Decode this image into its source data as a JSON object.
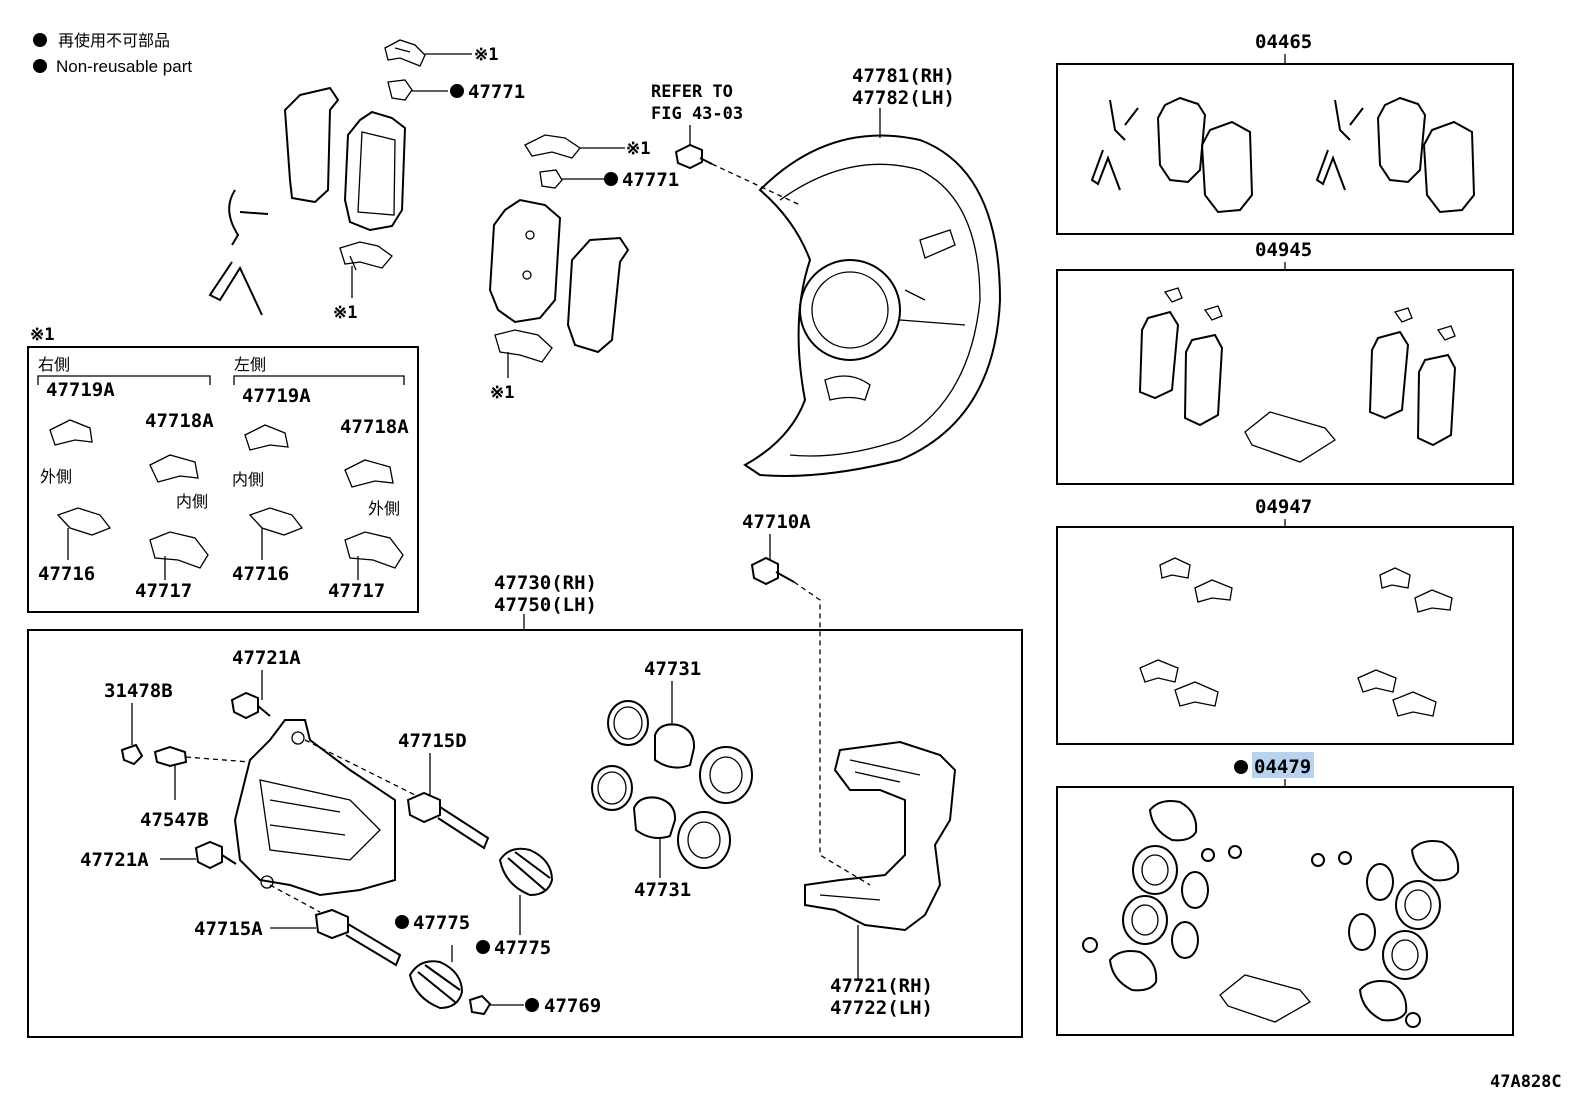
{
  "legend": {
    "bullet_jp": "再使用不可部品",
    "bullet_en": "Non-reusable part"
  },
  "refer": {
    "line1": "REFER TO",
    "line2": "FIG 43-03"
  },
  "note_mark": "※1",
  "figure_id": "47A828C",
  "inset": {
    "mark": "※1",
    "right_side": "右側",
    "left_side": "左側",
    "outer": "外側",
    "inner": "内側"
  },
  "parts": {
    "p47771": "47771",
    "p47781": "47781(RH)",
    "p47782": "47782(LH)",
    "p47719A": "47719A",
    "p47718A": "47718A",
    "p47716": "47716",
    "p47717": "47717",
    "p47710A": "47710A",
    "p47730": "47730(RH)",
    "p47750": "47750(LH)",
    "p47721A": "47721A",
    "p31478B": "31478B",
    "p47547B": "47547B",
    "p47715D": "47715D",
    "p47731": "47731",
    "p47715A": "47715A",
    "p47775": "47775",
    "p47769": "47769",
    "p47721": "47721(RH)",
    "p47722": "47722(LH)",
    "k04465": "04465",
    "k04945": "04945",
    "k04947": "04947",
    "k04479": "04479"
  },
  "colors": {
    "highlight": "#b8d3f0",
    "ink": "#000000"
  }
}
